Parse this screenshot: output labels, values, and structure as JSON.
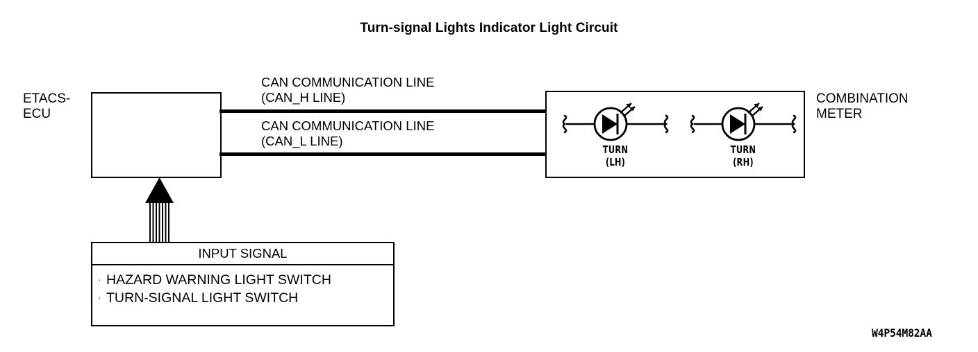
{
  "title": "Turn-signal Lights Indicator Light Circuit",
  "reference_code": "W4P54M82AA",
  "colors": {
    "ink": "#000000",
    "background": "#ffffff"
  },
  "ecu": {
    "label": "ETACS-\nECU"
  },
  "combination_meter": {
    "label": "COMBINATION\nMETER",
    "indicators": [
      {
        "name": "TURN\n(LH)",
        "side": "LH",
        "symbol": "led-indicator-icon"
      },
      {
        "name": "TURN\n(RH)",
        "side": "RH",
        "symbol": "led-indicator-icon"
      }
    ]
  },
  "can_lines": [
    {
      "caption": "CAN COMMUNICATION LINE\n(CAN_H LINE)",
      "id": "CAN_H"
    },
    {
      "caption": "CAN COMMUNICATION LINE\n(CAN_L LINE)",
      "id": "CAN_L"
    }
  ],
  "input_signal": {
    "header": "INPUT SIGNAL",
    "bullet": "·",
    "items": [
      "HAZARD WARNING LIGHT SWITCH",
      "TURN-SIGNAL LIGHT SWITCH"
    ]
  }
}
